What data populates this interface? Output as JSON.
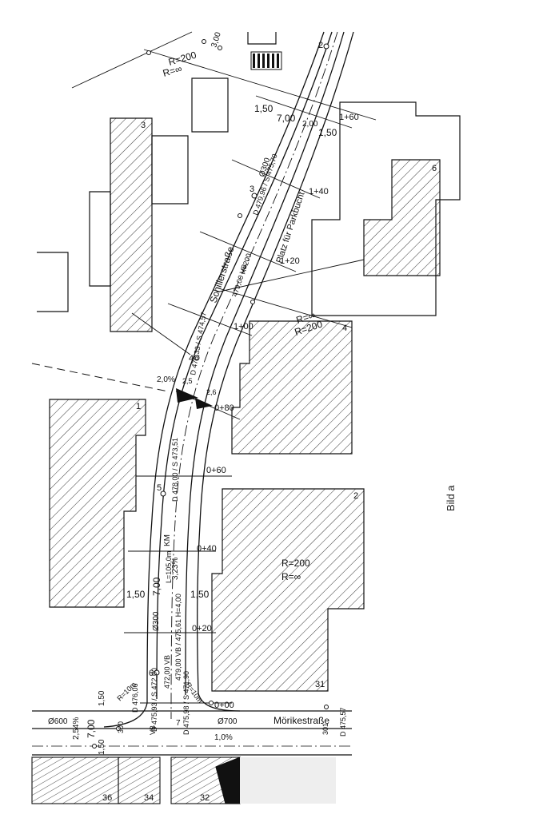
{
  "caption": "Bild a",
  "street_names": {
    "main": "Schillerstraße",
    "cross": "Mörikestraße"
  },
  "radii": {
    "r200": "R=200",
    "rinf": "R=∞",
    "r10": "R=10m"
  },
  "stations": [
    "0+00",
    "0+20",
    "0+40",
    "0+60",
    "0+80",
    "1+00",
    "1+20",
    "1+40",
    "1+60"
  ],
  "parcels": [
    "1",
    "2",
    "3",
    "4",
    "6",
    "31",
    "32",
    "34",
    "36"
  ],
  "manholes": [
    "2",
    "3",
    "4",
    "5",
    "6"
  ],
  "dimensions": {
    "road_width": "7,00",
    "sidewalk": "1,50",
    "sidewalk2": "2,00",
    "width3": "3,00"
  },
  "pipes": {
    "p300": "Ø300",
    "p600": "Ø600",
    "p700": "Ø700"
  },
  "annotations": {
    "parking": "Platz für Parkbucht",
    "slope_main": "1,0%",
    "slope_cross": "2,54%",
    "slope_grade": "3,23%",
    "grade_20": "2,0%",
    "grade_25": "2,5",
    "grade_26": "2,6",
    "km": "KM",
    "vertical_curve": "L=105,0m",
    "h_values": "479,00 VB / 475,61 H=4,00",
    "elev_3": "D 479,96 / S 475,70",
    "elev_4": "D 478,33 / S 474,57",
    "elev_5": "D 478,00 / S 473,51",
    "elev_6": "D 475,93 / S 472,00",
    "elev_7": "D 476,06",
    "elev_8": "D 475,57",
    "elev_9": "D 475,98 / S 471,90",
    "vb": "VB",
    "vb2": "472,00 VB",
    "h200": "H=200",
    "h479": "479,00 VB",
    "l1": "300",
    "l2": "301",
    "l3": "7"
  }
}
